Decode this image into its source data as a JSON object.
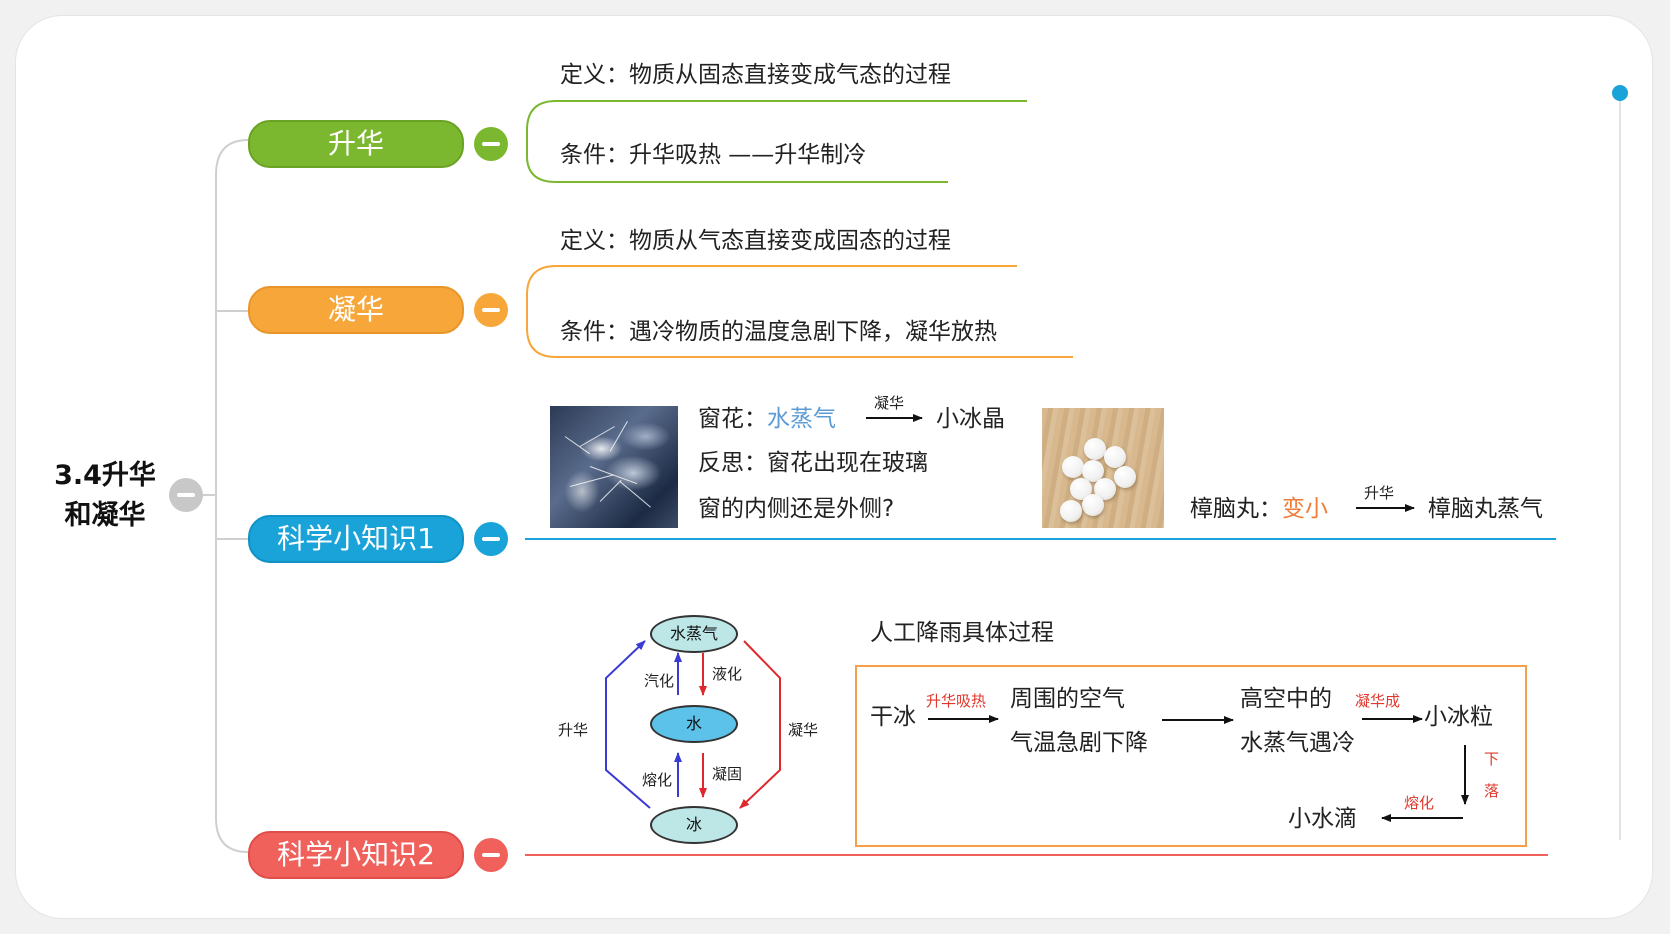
{
  "root": {
    "line1": "3.4升华",
    "line2": "和凝华"
  },
  "colors": {
    "green": "#7cb82f",
    "orange": "#f7a73a",
    "blue": "#1aa3d8",
    "red": "#f0615c",
    "gray": "#c8c8c8"
  },
  "branches": {
    "sublimation": {
      "label": "升华",
      "definition": "定义：物质从固态直接变成气态的过程",
      "condition": "条件：升华吸热 ——升华制冷"
    },
    "deposition": {
      "label": "凝华",
      "definition": "定义：物质从气态直接变成固态的过程",
      "condition": "条件：遇冷物质的温度急剧下降，凝华放热"
    },
    "knowledge1": {
      "label": "科学小知识1",
      "window_label": "窗花：",
      "window_from": "水蒸气",
      "window_arrow": "凝华",
      "window_to": "小冰晶",
      "reflect_line1": "反思：窗花出现在玻璃",
      "reflect_line2": "窗的内侧还是外侧?",
      "camphor_label": "樟脑丸：",
      "camphor_change": "变小",
      "camphor_arrow": "升华",
      "camphor_to": "樟脑丸蒸气"
    },
    "knowledge2": {
      "label": "科学小知识2",
      "cycle": {
        "top": "水蒸气",
        "middle": "水",
        "bottom": "冰",
        "evaporate": "汽化",
        "liquefy": "液化",
        "melt": "熔化",
        "solidify": "凝固",
        "sublimate": "升华",
        "deposit": "凝华"
      },
      "rain": {
        "title": "人工降雨具体过程",
        "dry_ice": "干冰",
        "arrow1": "升华吸热",
        "air_line1": "周围的空气",
        "air_line2": "气温急剧下降",
        "vapor_line1": "高空中的",
        "vapor_line2": "水蒸气遇冷",
        "arrow2": "凝华成",
        "ice": "小冰粒",
        "fall1": "下",
        "fall2": "落",
        "arrow3": "熔化",
        "droplet": "小水滴"
      }
    }
  }
}
